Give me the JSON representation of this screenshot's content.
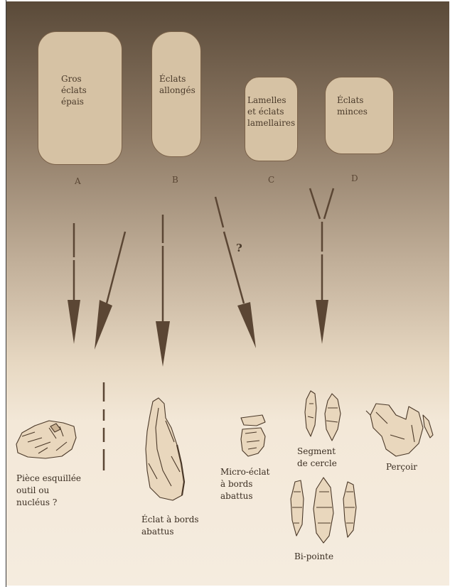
{
  "categories": {
    "A": {
      "letter": "A",
      "line1": "Gros",
      "line2": "éclats",
      "line3": "épais"
    },
    "B": {
      "letter": "B",
      "line1": "Éclats",
      "line2": "allongés"
    },
    "C": {
      "letter": "C",
      "line1": "Lamelles",
      "line2": "et éclats",
      "line3": "lamellaires"
    },
    "D": {
      "letter": "D",
      "line1": "Éclats",
      "line2": "minces"
    }
  },
  "uncertain_mark": "?",
  "tools": {
    "piece": {
      "line1": "Pièce esquillée",
      "line2": "outil  ou",
      "line3": "nucléus ?"
    },
    "eclat": {
      "line1": "Éclat à bords",
      "line2": "abattus"
    },
    "micro": {
      "line1": "Micro-éclat",
      "line2": "à bords",
      "line3": "abattus"
    },
    "segment": {
      "line1": "Segment",
      "line2": "de cercle"
    },
    "percoir": {
      "line1": "Perçoir"
    },
    "bipointe": {
      "line1": "Bi-pointe"
    }
  },
  "colors": {
    "arrow": "#5b4634",
    "box_fill": "#d6c2a4",
    "box_border": "#7a6148",
    "drawing_fill": "#e9d7bd",
    "drawing_stroke": "#4a3828"
  }
}
